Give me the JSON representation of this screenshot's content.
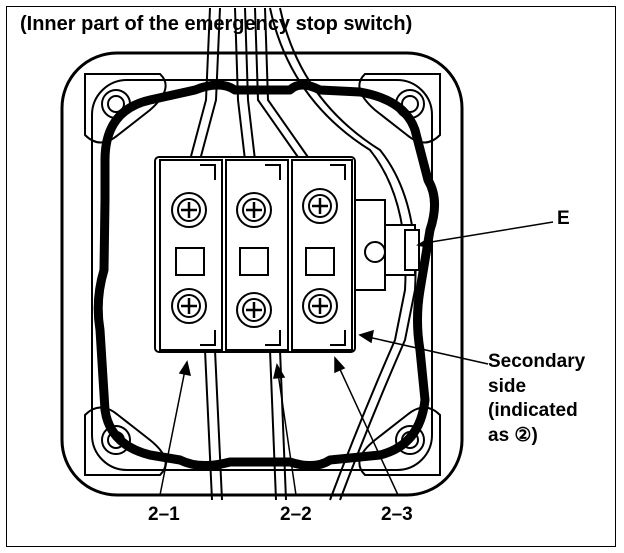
{
  "diagram": {
    "title": "(Inner part of the emergency stop switch)",
    "labels": {
      "earth": "E",
      "secondary_line1": "Secondary",
      "secondary_line2": "side",
      "secondary_line3": "(indicated",
      "secondary_line4": "as ②)",
      "terminal_1": "2–1",
      "terminal_2": "2–2",
      "terminal_3": "2–3"
    },
    "icon": "emergency-stop-switch-wiring-illustration"
  }
}
